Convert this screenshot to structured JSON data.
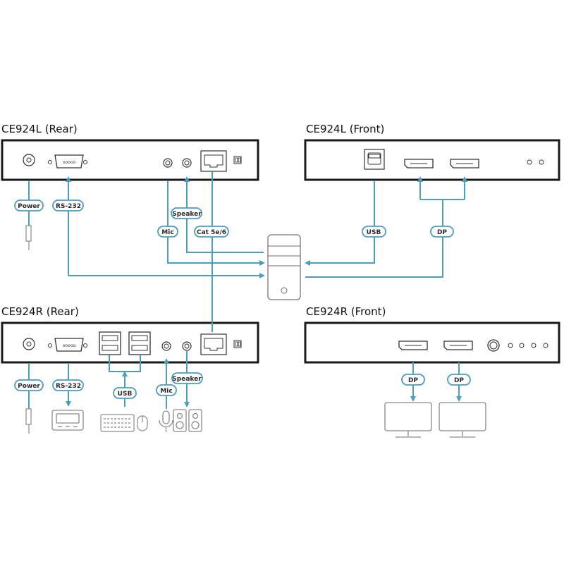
{
  "diagram": {
    "titles": {
      "l_rear": "CE924L (Rear)",
      "l_front": "CE924L (Front)",
      "r_rear": "CE924R (Rear)",
      "r_front": "CE924R (Front)"
    },
    "labels": {
      "l_power": "Power",
      "l_rs232": "RS-232",
      "l_speaker": "Speaker",
      "l_mic": "Mic",
      "l_cat": "Cat 5e/6",
      "l_usb": "USB",
      "l_dp": "DP",
      "r_power": "Power",
      "r_rs232": "RS-232",
      "r_usb": "USB",
      "r_mic": "Mic",
      "r_speaker": "Speaker",
      "r_dp1": "DP",
      "r_dp2": "DP"
    },
    "colors": {
      "cable": "#4d9dbd",
      "device_border": "#1a1a1a",
      "icon_gray": "#8a8a8a"
    }
  }
}
